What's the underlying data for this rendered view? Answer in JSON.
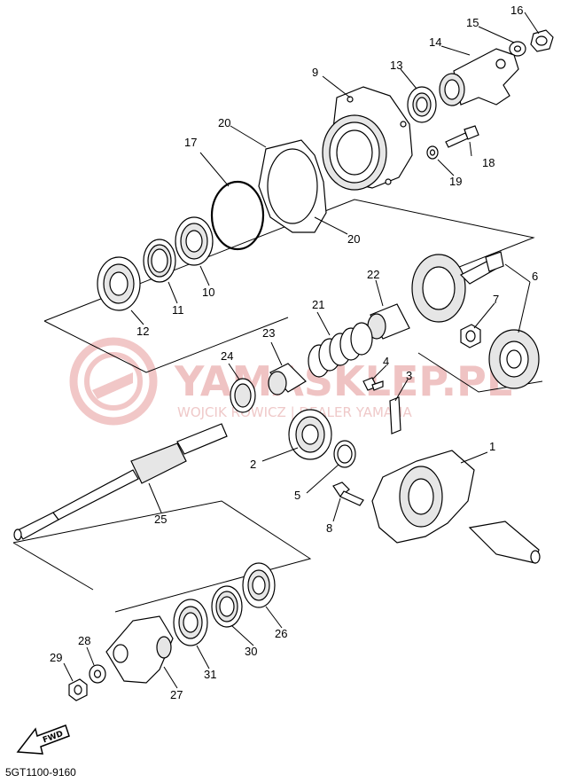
{
  "watermark": {
    "brand": "YAMASKLEP.PL",
    "tagline": "WOJCIK ROWICZ | DEALER YAMAHA"
  },
  "diagram_code": "5GT1100-9160",
  "fwd_label": "FWD",
  "callouts": [
    "1",
    "2",
    "3",
    "4",
    "5",
    "6",
    "7",
    "8",
    "9",
    "10",
    "11",
    "12",
    "13",
    "14",
    "15",
    "16",
    "17",
    "18",
    "19",
    "20",
    "20",
    "21",
    "22",
    "23",
    "24",
    "25",
    "26",
    "27",
    "28",
    "29",
    "30",
    "31"
  ]
}
